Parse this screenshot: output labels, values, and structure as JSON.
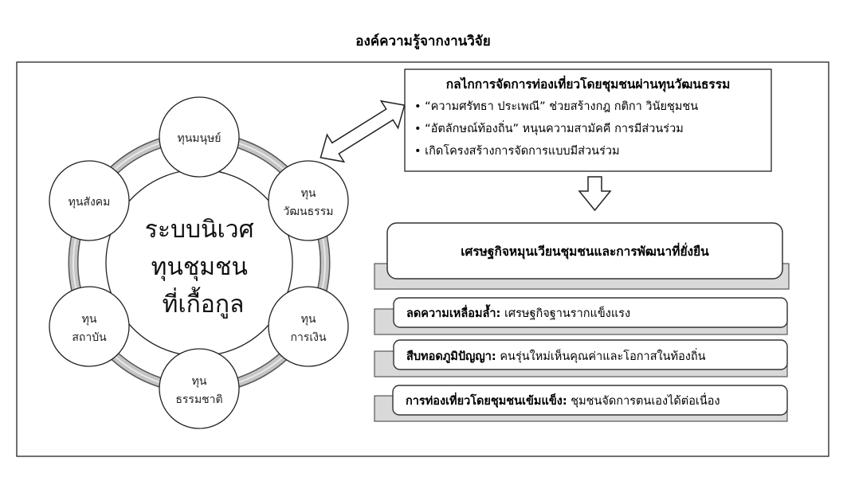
{
  "title": "องค์ความรู้จากงานวิจัย",
  "ecosystem": {
    "center": [
      "ระบบนิเวศ",
      "ทุนชุมชน",
      "ที่เกื้อกูล"
    ],
    "nodes": [
      {
        "lines": [
          "ทุนมนุษย์"
        ]
      },
      {
        "lines": [
          "ทุน",
          "วัฒนธรรม"
        ]
      },
      {
        "lines": [
          "ทุน",
          "การเงิน"
        ]
      },
      {
        "lines": [
          "ทุน",
          "ธรรมชาติ"
        ]
      },
      {
        "lines": [
          "ทุน",
          "สถาบัน"
        ]
      },
      {
        "lines": [
          "ทุนสังคม"
        ]
      }
    ]
  },
  "mechanism": {
    "heading": "กลไกการจัดการท่องเที่ยวโดยชุมชนผ่านทุนวัฒนธรรม",
    "bullets": [
      "• “ความศรัทธา ประเพณี” ช่วยสร้างกฎ กติกา วินัยชุมชน",
      "• “อัตลักษณ์ท้องถิ่น” หนุนความสามัคคี การมีส่วนร่วม",
      "• เกิดโครงสร้างการจัดการแบบมีส่วนร่วม"
    ]
  },
  "outcome": {
    "heading": "เศรษฐกิจหมุนเวียนชุมชนและการพัฒนาที่ยั่งยืน",
    "items": [
      {
        "label": "ลดความเหลื่อมล้ำ:",
        "text": " เศรษฐกิจฐานรากแข็งแรง"
      },
      {
        "label": "สืบทอดภูมิปัญญา:",
        "text": " คนรุ่นใหม่เห็นคุณค่าและโอกาสในท้องถิ่น"
      },
      {
        "label": "การท่องเที่ยวโดยชุมชนเข้มแข็ง:",
        "text": " ชุมชนจัดการตนเองได้ต่อเนื่อง"
      }
    ]
  },
  "colors": {
    "ring": "#a9a9a9",
    "shadow": "#d9d9d9",
    "stroke": "#333333"
  }
}
